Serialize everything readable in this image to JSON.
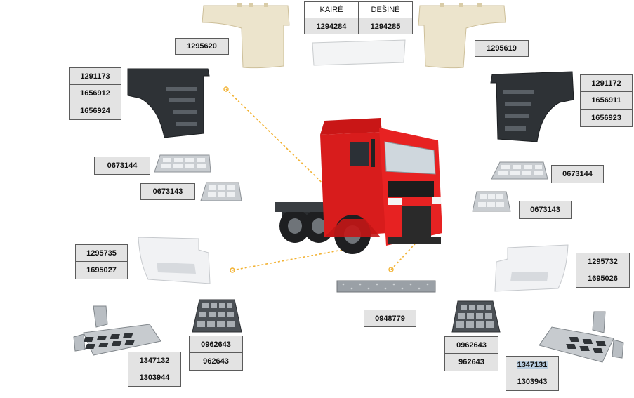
{
  "header": {
    "left_label": "KAIRĖ",
    "right_label": "DEŠINĖ",
    "left_code": "1294284",
    "right_code": "1294285"
  },
  "labels": {
    "top_left_panel": "1295620",
    "top_right_panel": "1295619",
    "left_fender": [
      "1291173",
      "1656912",
      "1656924"
    ],
    "right_fender": [
      "1291172",
      "1656911",
      "1656923"
    ],
    "left_step_upper": "0673144",
    "left_step_lower": "0673143",
    "right_step_upper": "0673144",
    "right_step_lower": "0673143",
    "left_step_box": [
      "1295735",
      "1695027"
    ],
    "right_step_box": [
      "1295732",
      "1695026"
    ],
    "center_strip": "0948779",
    "left_tread": [
      "0962643",
      "962643"
    ],
    "right_tread": [
      "0962643",
      "962643"
    ],
    "left_bracket": [
      "1347132",
      "1303944"
    ],
    "right_bracket": [
      "1347131",
      "1303943"
    ]
  },
  "colors": {
    "label_bg": "#e3e3e3",
    "label_border": "#5b5b5b",
    "connector": "#f2b233",
    "truck_cab": "#e41f1f",
    "part_dark": "#2e3236",
    "part_light": "#ece4cc"
  }
}
